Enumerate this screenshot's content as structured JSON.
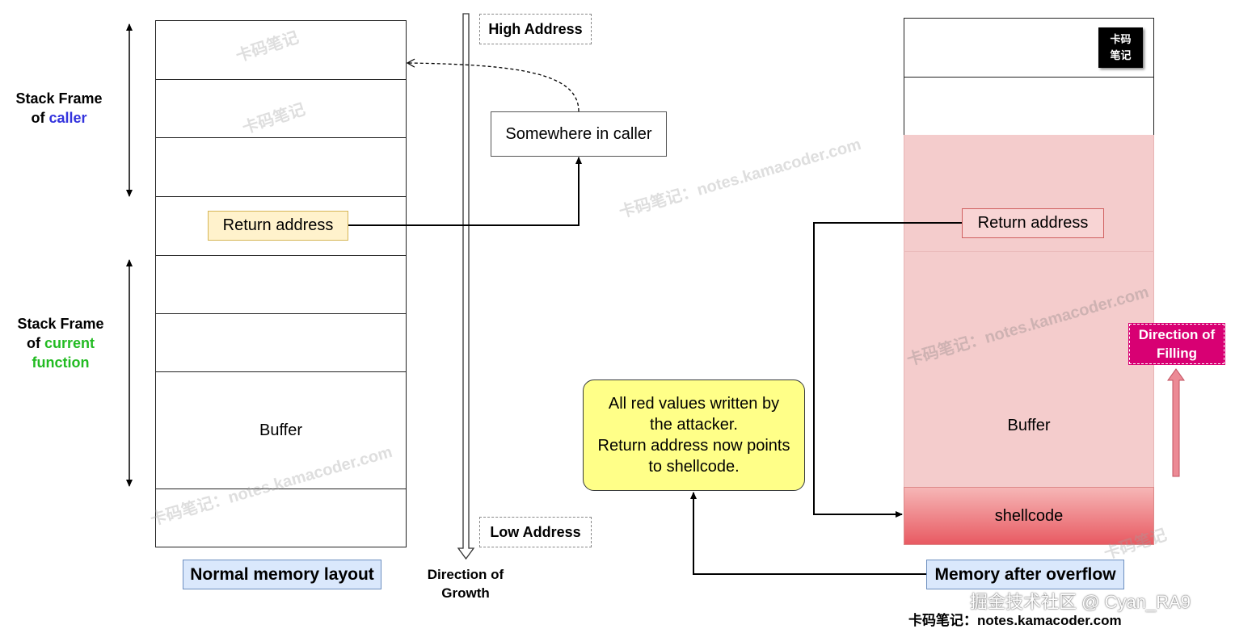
{
  "left_stack": {
    "caller_label_prefix": "Stack Frame",
    "caller_label_of": "of",
    "caller_label_highlight": "caller",
    "current_label_prefix": "Stack Frame",
    "current_label_of": "of",
    "current_label_highlight_1": "current",
    "current_label_highlight_2": "function",
    "return_address": "Return address",
    "buffer": "Buffer",
    "caption": "Normal memory layout"
  },
  "middle": {
    "high_address": "High Address",
    "low_address": "Low Address",
    "growth_1": "Direction of",
    "growth_2": "Growth",
    "somewhere": "Somewhere in caller"
  },
  "right_stack": {
    "return_address": "Return address",
    "buffer": "Buffer",
    "shellcode": "shellcode",
    "caption": "Memory after overflow",
    "filling_1": "Direction of",
    "filling_2": "Filling",
    "logo_1": "卡码",
    "logo_2": "笔记"
  },
  "note": {
    "line_1": "All red values written by",
    "line_2": "the attacker.",
    "line_3": "Return address now points",
    "line_4": "to shellcode."
  },
  "watermarks": {
    "short": "卡码笔记",
    "long": "卡码笔记：notes.kamacoder.com"
  },
  "footer": {
    "juejin": "掘金技术社区 @ Cyan_RA9",
    "site": "卡码笔记：notes.kamacoder.com"
  },
  "colors": {
    "caller_blue": "#3333dd",
    "current_green": "#22bb22",
    "red_fill": "#f4cccc",
    "yellow_note": "#ffff88",
    "caption_blue": "#dae8fc",
    "filling_pink": "#d80073"
  }
}
